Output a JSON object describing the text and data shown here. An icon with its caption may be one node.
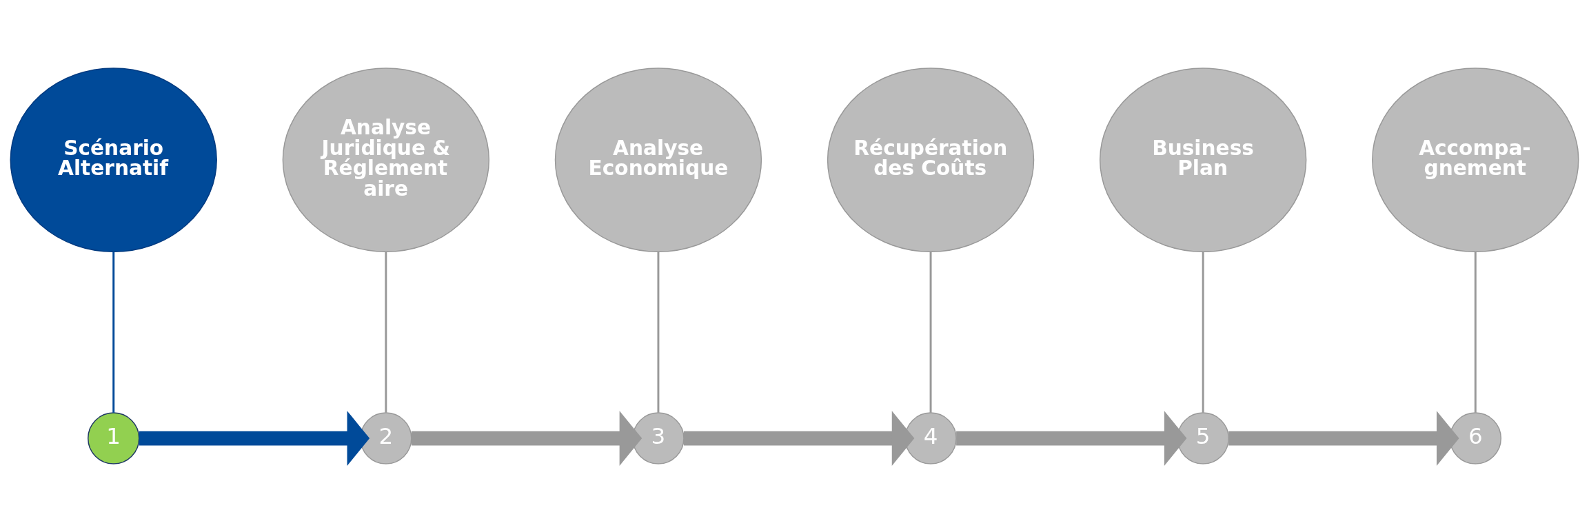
{
  "diagram": {
    "nodes": [
      {
        "text": [
          "Scénario Alternatif"
        ]
      },
      {
        "text": [
          "Analyse Juridique & Réglement aire"
        ]
      },
      {
        "text": [
          "Analyse Economique"
        ]
      },
      {
        "text": [
          "Récupération des Coûts"
        ]
      },
      {
        "text": [
          "Business Plan"
        ]
      },
      {
        "text": [
          "Accompa- gnement"
        ]
      },
      {
        "text": [
          "1"
        ]
      },
      {
        "text": [
          "2"
        ]
      },
      {
        "text": [
          "3"
        ]
      },
      {
        "text": [
          "4"
        ]
      },
      {
        "text": [
          "5"
        ]
      },
      {
        "text": [
          "6"
        ]
      }
    ],
    "edges": [
      {
        "from": 0,
        "to": 6,
        "arrow": "none",
        "color": "#004a99"
      },
      {
        "from": 1,
        "to": 7,
        "arrow": "none"
      },
      {
        "from": 2,
        "to": 8,
        "arrow": "none"
      },
      {
        "from": 3,
        "to": 9,
        "arrow": "none"
      },
      {
        "from": 4,
        "to": 10,
        "arrow": "none"
      },
      {
        "from": 5,
        "to": 11,
        "arrow": "none"
      },
      {
        "from": 6,
        "to": 7,
        "arrow": "to",
        "style": "thick",
        "color": "#004a99"
      },
      {
        "from": 7,
        "to": 8,
        "arrow": "to",
        "style": "thick"
      },
      {
        "from": 8,
        "to": 9,
        "arrow": "to",
        "style": "thick"
      },
      {
        "from": 9,
        "to": 10,
        "arrow": "to",
        "style": "thick"
      },
      {
        "from": 10,
        "to": 11,
        "arrow": "to",
        "style": "thick"
      }
    ]
  }
}
